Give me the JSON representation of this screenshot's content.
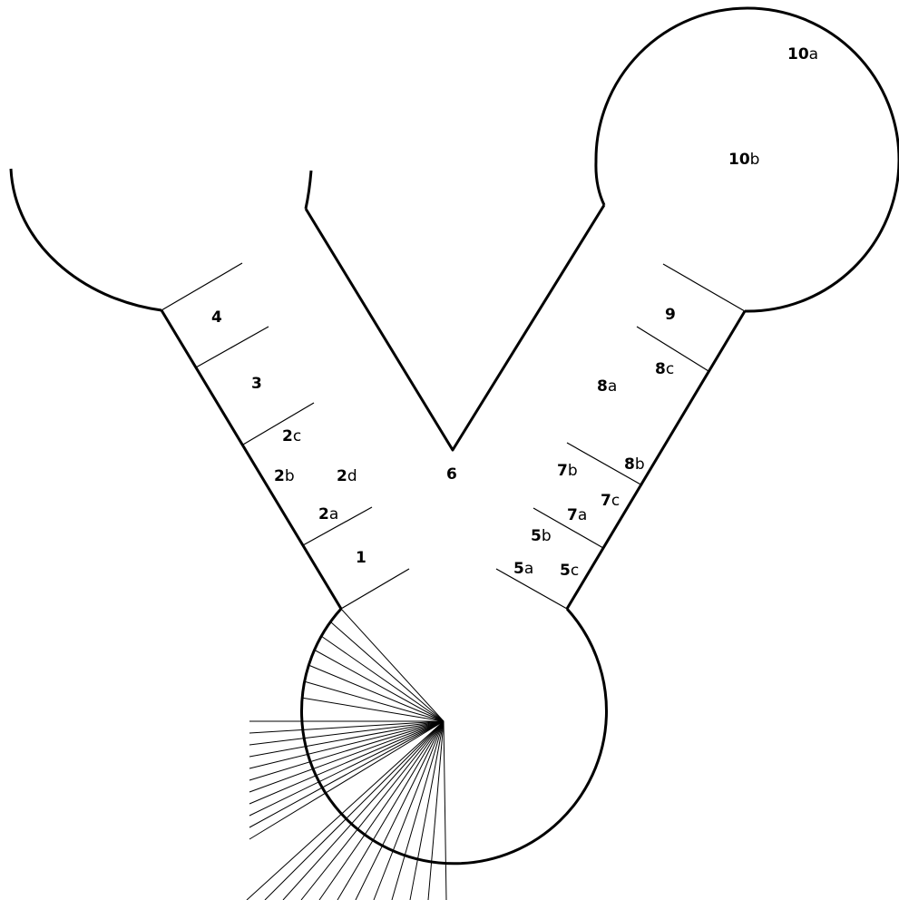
{
  "colors": {
    "outline": "#000000",
    "background": "#ffffff"
  },
  "labels": {
    "l1": {
      "num": "1",
      "letter": ""
    },
    "l2a": {
      "num": "2",
      "letter": "a"
    },
    "l2b": {
      "num": "2",
      "letter": "b"
    },
    "l2c": {
      "num": "2",
      "letter": "c"
    },
    "l2d": {
      "num": "2",
      "letter": "d"
    },
    "l3": {
      "num": "3",
      "letter": ""
    },
    "l4": {
      "num": "4",
      "letter": ""
    },
    "l5a": {
      "num": "5",
      "letter": "a"
    },
    "l5b": {
      "num": "5",
      "letter": "b"
    },
    "l5c": {
      "num": "5",
      "letter": "c"
    },
    "l6": {
      "num": "6",
      "letter": ""
    },
    "l7a": {
      "num": "7",
      "letter": "a"
    },
    "l7b": {
      "num": "7",
      "letter": "b"
    },
    "l7c": {
      "num": "7",
      "letter": "c"
    },
    "l8a": {
      "num": "8",
      "letter": "a"
    },
    "l8b": {
      "num": "8",
      "letter": "b"
    },
    "l8c": {
      "num": "8",
      "letter": "c"
    },
    "l9": {
      "num": "9",
      "letter": ""
    },
    "l10a": {
      "num": "10",
      "letter": "a"
    },
    "l10b": {
      "num": "10",
      "letter": "b"
    }
  }
}
